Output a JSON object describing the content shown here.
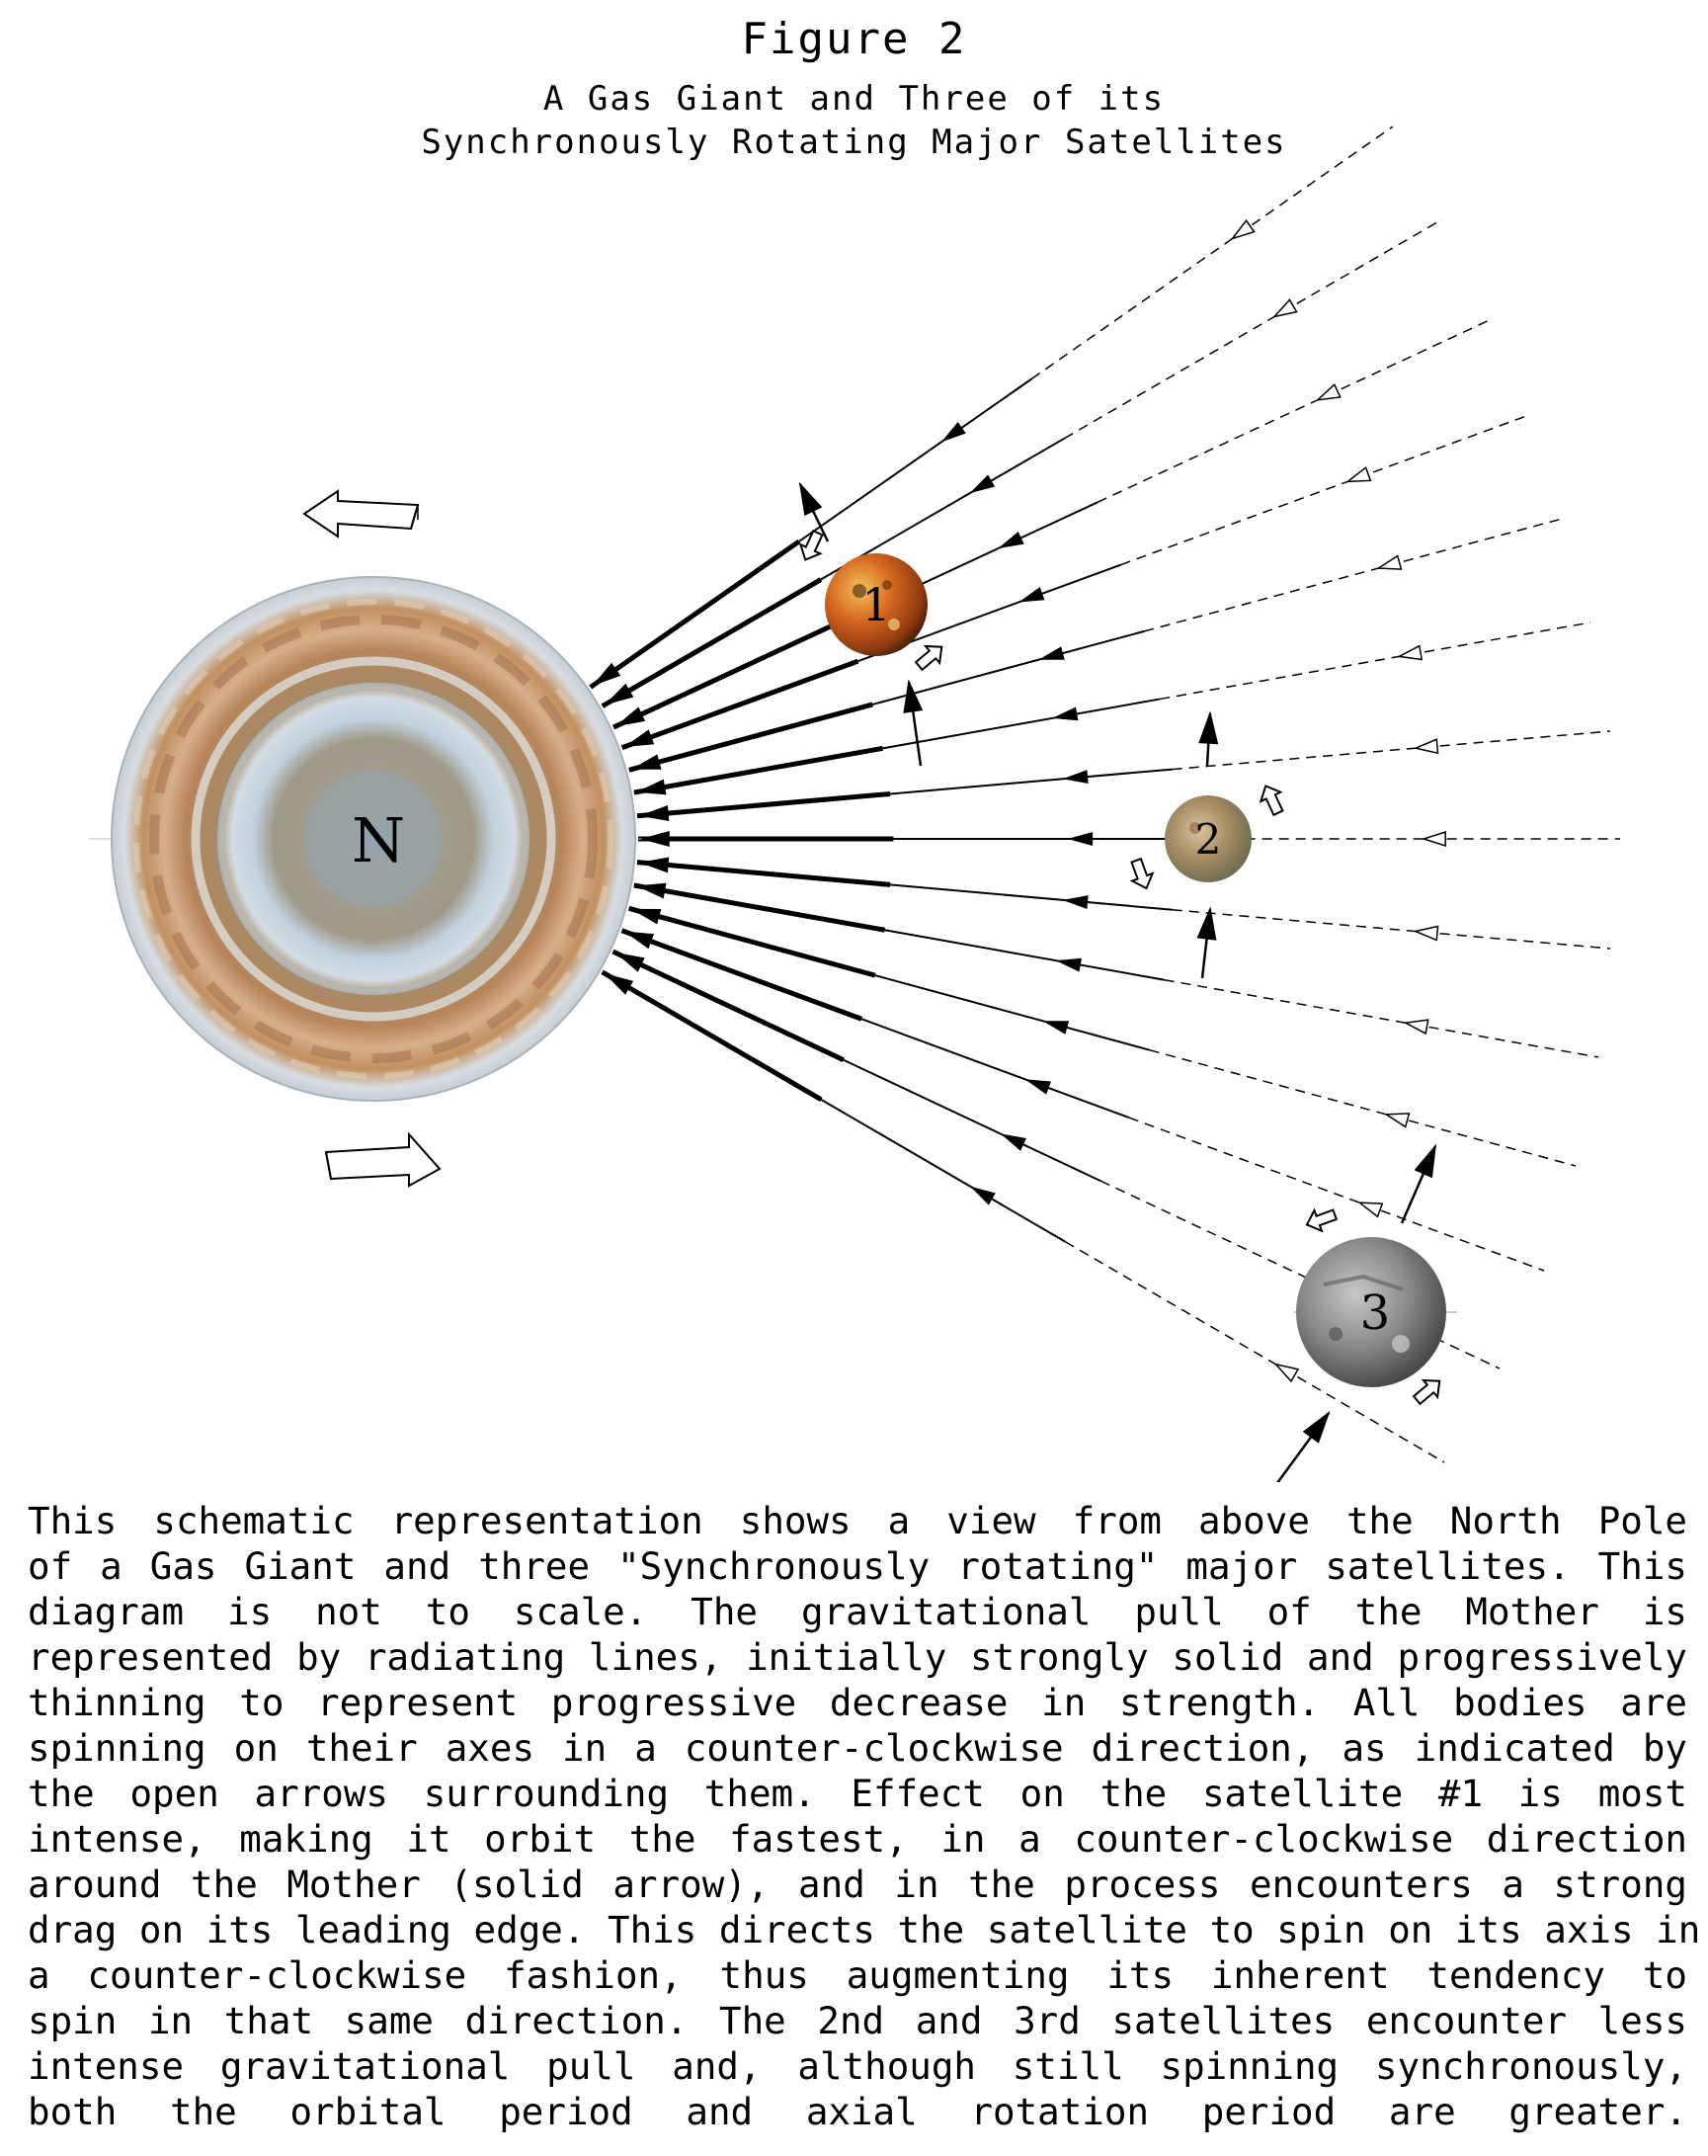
{
  "header": {
    "title": "Figure 2",
    "subtitle_line1": "A Gas Giant and Three of its",
    "subtitle_line2": "Synchronously Rotating Major Satellites"
  },
  "diagram": {
    "planet": {
      "label": "N",
      "name": "Gas Giant (North Pole view)"
    },
    "satellites": [
      {
        "label": "1"
      },
      {
        "label": "2"
      },
      {
        "label": "3"
      }
    ],
    "colors": {
      "planet_band": "#b8855a",
      "planet_ring": "#b9cbd8",
      "planet_center": "#9a9587",
      "satellite1": "#d5661f",
      "satellite2": "#9a8a62",
      "satellite3": "#808080"
    }
  },
  "caption": {
    "lines": [
      "This schematic representation shows a view from above the North Pole",
      "of a Gas Giant and three \"Synchronously rotating\" major satellites. This",
      "diagram is not to scale. The gravitational pull of the Mother is",
      "represented by radiating lines, initially strongly solid and progressively",
      "thinning to represent progressive decrease in strength. All bodies are",
      "spinning on their axes in a counter-clockwise direction, as indicated by",
      "the open arrows surrounding them. Effect on the satellite #1 is most",
      "intense, making it orbit the fastest, in a counter-clockwise direction",
      "around the Mother (solid arrow), and in the process encounters a strong",
      "drag on its leading edge. This directs the satellite to spin on its axis in",
      "a counter-clockwise fashion, thus augmenting its inherent tendency to",
      "spin in that same direction. The 2nd and 3rd satellites encounter less",
      "intense gravitational pull and, although still spinning synchronously,",
      "both the orbital period and axial rotation period are greater."
    ]
  }
}
